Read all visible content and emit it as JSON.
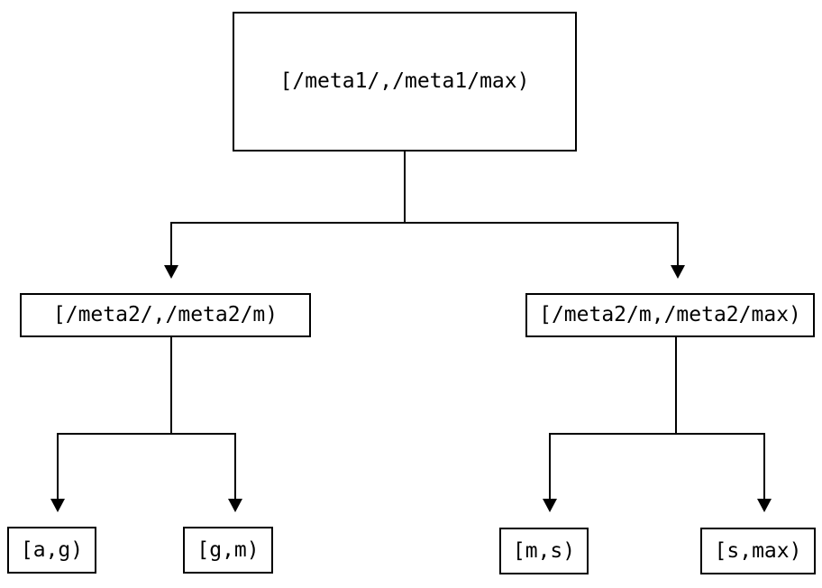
{
  "diagram": {
    "type": "tree",
    "description": "Binary tree of key ranges routed from a root meta range to leaf ranges",
    "background_color": "#ffffff",
    "line_color": "#000000",
    "text_color": "#000000",
    "nodes": {
      "root": {
        "label": "[/meta1/,/meta1/max)",
        "level": 0
      },
      "left": {
        "label": "[/meta2/,/meta2/m)",
        "level": 1
      },
      "right": {
        "label": "[/meta2/m,/meta2/max)",
        "level": 1
      },
      "leaf_ag": {
        "label": "[a,g)",
        "level": 2
      },
      "leaf_gm": {
        "label": "[g,m)",
        "level": 2
      },
      "leaf_ms": {
        "label": "[m,s)",
        "level": 2
      },
      "leaf_smax": {
        "label": "[s,max)",
        "level": 2
      }
    },
    "edges": [
      {
        "from": "root",
        "to": "left"
      },
      {
        "from": "root",
        "to": "right"
      },
      {
        "from": "left",
        "to": "leaf_ag"
      },
      {
        "from": "left",
        "to": "leaf_gm"
      },
      {
        "from": "right",
        "to": "leaf_ms"
      },
      {
        "from": "right",
        "to": "leaf_smax"
      }
    ]
  }
}
